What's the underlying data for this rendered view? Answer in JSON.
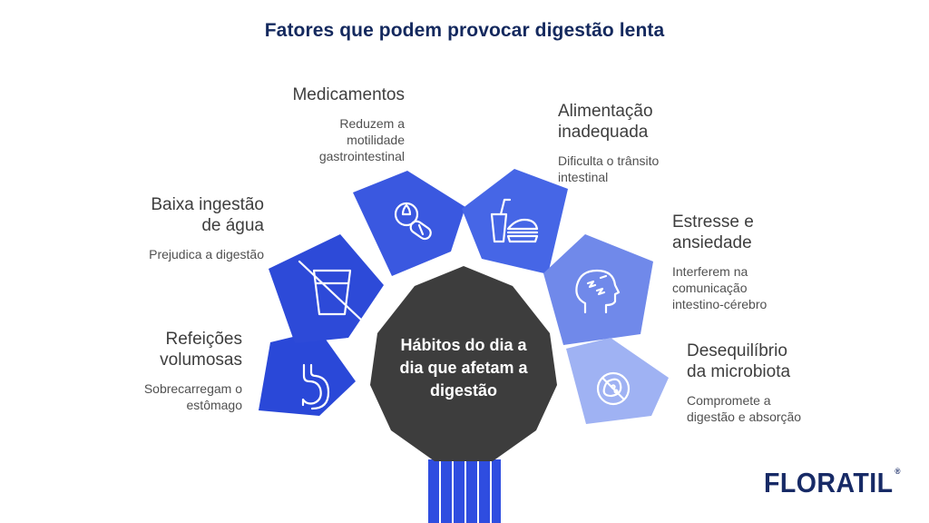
{
  "title": "Fatores que podem provocar digestão lenta",
  "center": {
    "lines": [
      "Hábitos do dia a",
      "dia que afetam a",
      "digestão"
    ]
  },
  "factors": {
    "refeicoes": {
      "title_lines": [
        "Refeições",
        "volumosas"
      ],
      "desc_lines": [
        "Sobrecarregam o",
        "estômago"
      ],
      "icon": "stomach-icon",
      "color": "#2a48d8"
    },
    "agua": {
      "title_lines": [
        "Baixa ingestão",
        "de água"
      ],
      "desc_lines": [
        "Prejudica a digestão"
      ],
      "icon": "crossed-glass-icon",
      "color": "#2d4ad8"
    },
    "medicamentos": {
      "title_lines": [
        "Medicamentos"
      ],
      "desc_lines": [
        "Reduzem a",
        "motilidade",
        "gastrointestinal"
      ],
      "icon": "pills-icon",
      "color": "#3a58e0"
    },
    "alimentacao": {
      "title_lines": [
        "Alimentação",
        "inadequada"
      ],
      "desc_lines": [
        "Dificulta o trânsito",
        "intestinal"
      ],
      "icon": "fast-food-icon",
      "color": "#4666e6"
    },
    "estresse": {
      "title_lines": [
        "Estresse e",
        "ansiedade"
      ],
      "desc_lines": [
        "Interferem na",
        "comunicação",
        "intestino-cérebro"
      ],
      "icon": "stressed-head-icon",
      "color": "#7089ea"
    },
    "microbiota": {
      "title_lines": [
        "Desequilíbrio",
        "da microbiota"
      ],
      "desc_lines": [
        "Compromete a",
        "digestão e absorção"
      ],
      "icon": "no-bacteria-icon",
      "color": "#9fb2f3"
    }
  },
  "colors": {
    "center": "#3d3d3d",
    "title": "#14295e",
    "stem": "#2f4de0"
  },
  "logo": {
    "text": "FLORATIL",
    "mark": "®"
  }
}
